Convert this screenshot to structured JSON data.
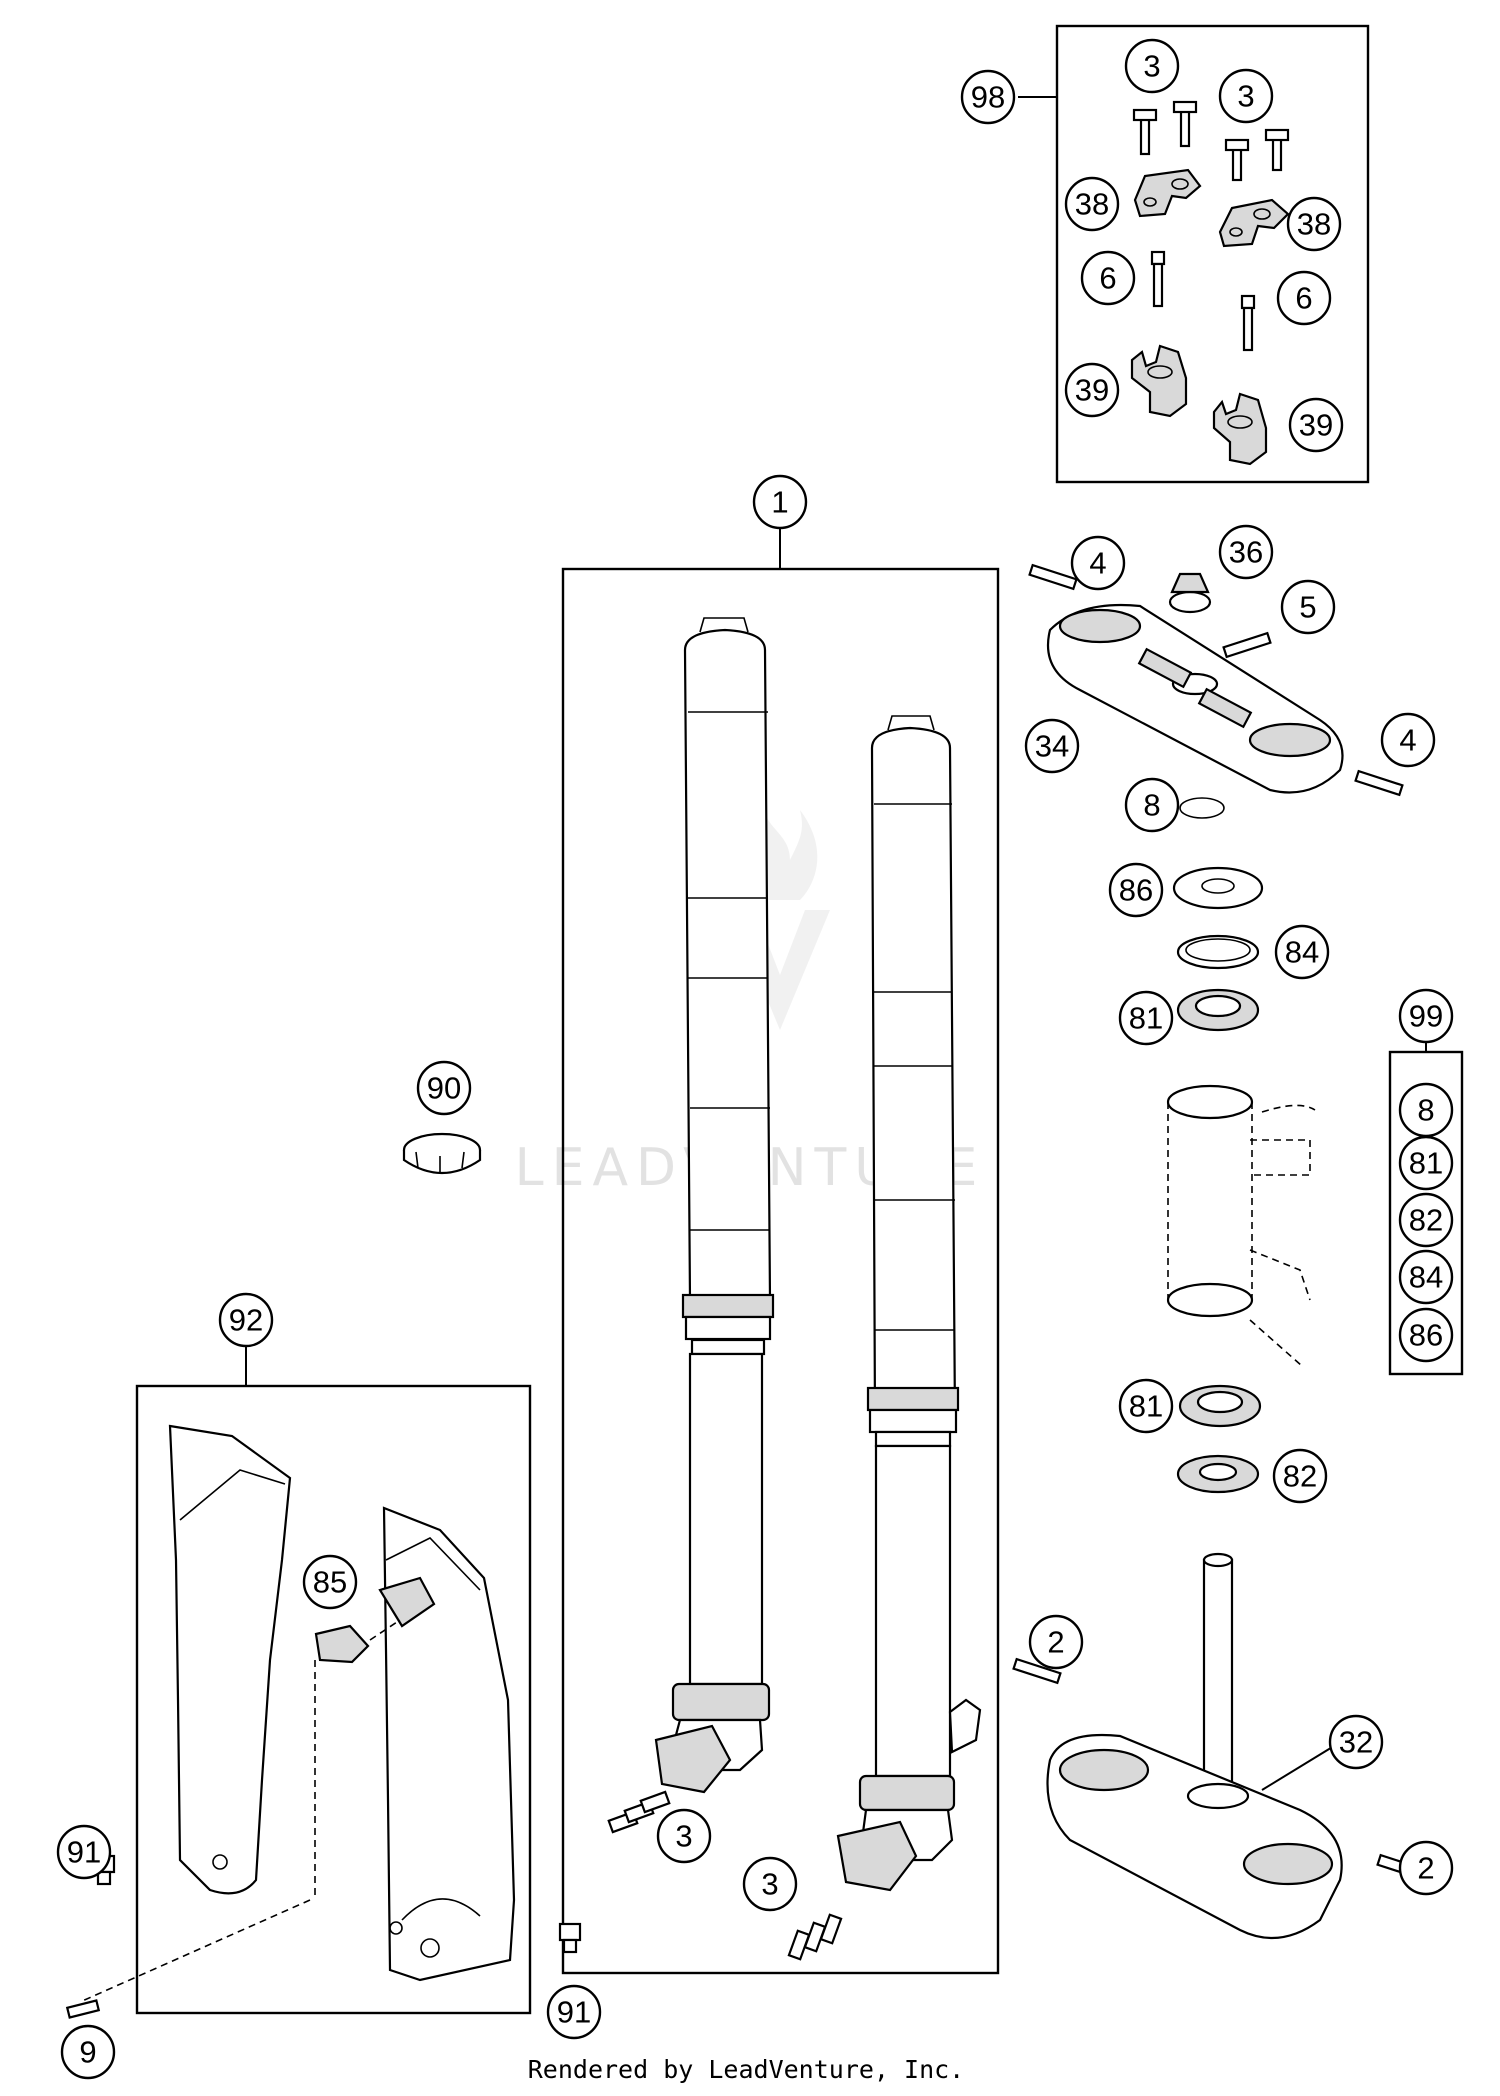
{
  "watermark": "LEADVENTURE",
  "credit": "Rendered by LeadVenture, Inc.",
  "callouts": {
    "c98": "98",
    "c3a": "3",
    "c3b": "3",
    "c38a": "38",
    "c38b": "38",
    "c6a": "6",
    "c6b": "6",
    "c39a": "39",
    "c39b": "39",
    "c1": "1",
    "c4a": "4",
    "c36": "36",
    "c5": "5",
    "c34": "34",
    "c4b": "4",
    "c8": "8",
    "c86": "86",
    "c84": "84",
    "c81a": "81",
    "c99": "99",
    "k8": "8",
    "k81": "81",
    "k82": "82",
    "k84": "84",
    "k86": "86",
    "c90": "90",
    "c92": "92",
    "c81b": "81",
    "c82": "82",
    "c85": "85",
    "c2a": "2",
    "c32": "32",
    "c3c": "3",
    "c3d": "3",
    "c2b": "2",
    "c91a": "91",
    "c91b": "91",
    "c9": "9"
  }
}
